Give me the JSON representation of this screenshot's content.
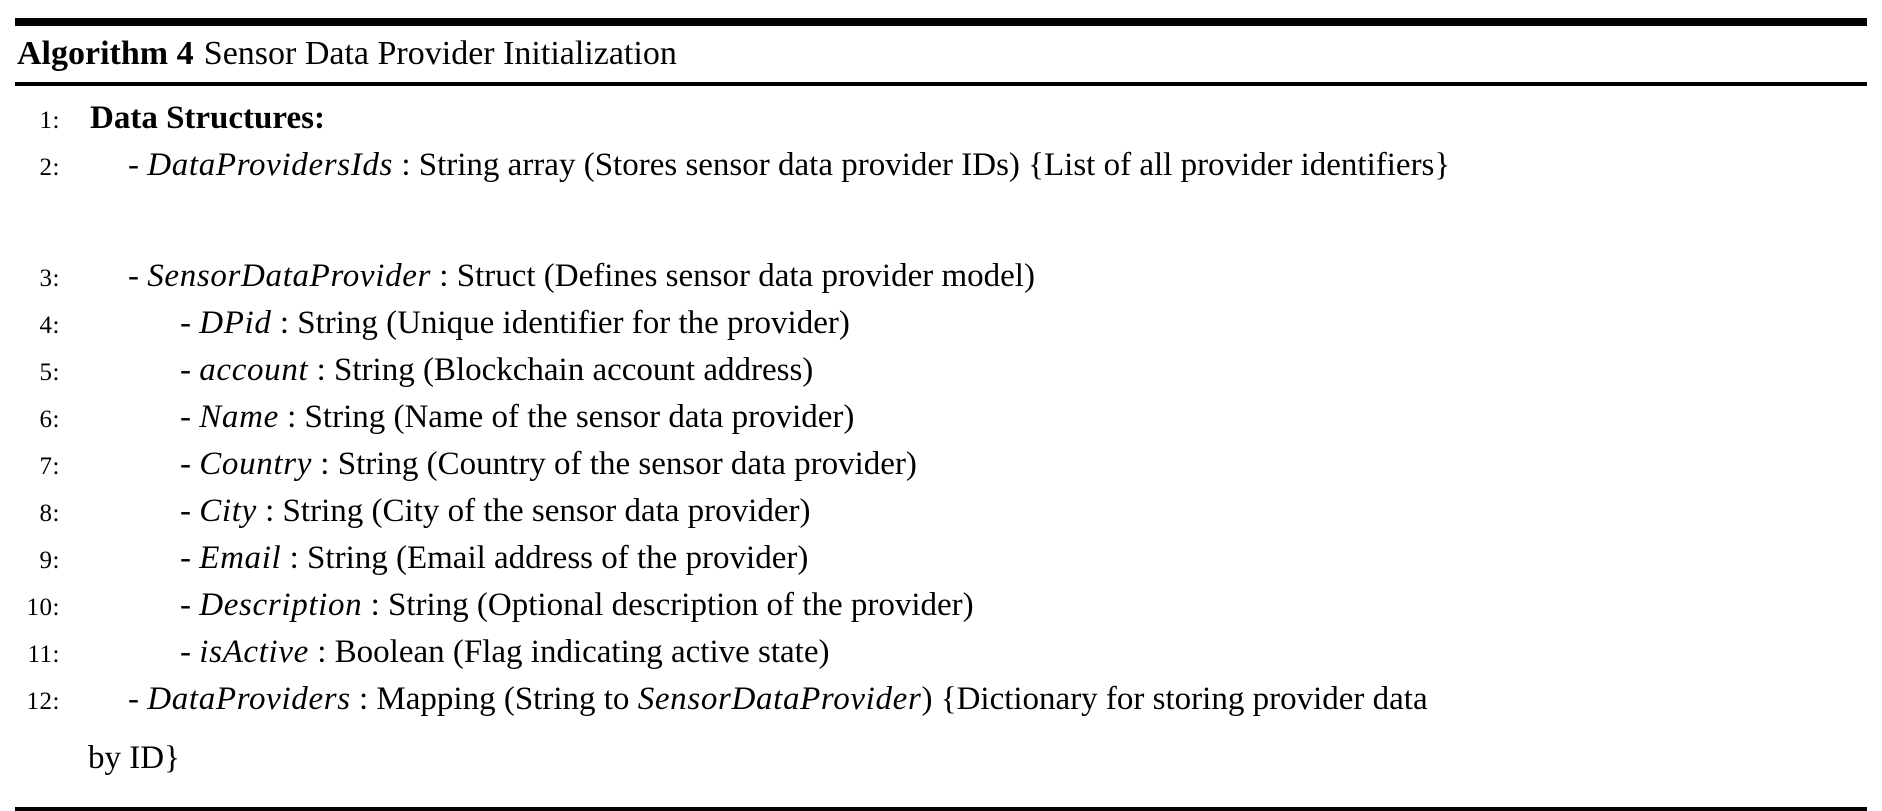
{
  "title": {
    "label": "Algorithm 4",
    "name": "Sensor Data Provider Initialization"
  },
  "colors": {
    "text": "#000000",
    "background": "#ffffff",
    "rule": "#000000"
  },
  "lines": [
    {
      "num": "1:",
      "indent": "0",
      "gap_after": false,
      "segments": [
        {
          "style": "bold",
          "text": "Data Structures:"
        }
      ]
    },
    {
      "num": "2:",
      "indent": "1",
      "gap_after": true,
      "segments": [
        {
          "style": "plain",
          "text": "- "
        },
        {
          "style": "var",
          "text": "DataProvidersIds"
        },
        {
          "style": "plain",
          "text": " : String array (Stores sensor data provider IDs) {List of all provider identifiers}"
        }
      ]
    },
    {
      "num": "3:",
      "indent": "1",
      "gap_after": false,
      "segments": [
        {
          "style": "plain",
          "text": "- "
        },
        {
          "style": "var",
          "text": "SensorDataProvider"
        },
        {
          "style": "plain",
          "text": " : Struct (Defines sensor data provider model)"
        }
      ]
    },
    {
      "num": "4:",
      "indent": "2",
      "gap_after": false,
      "segments": [
        {
          "style": "plain",
          "text": "- "
        },
        {
          "style": "var",
          "text": "DPid"
        },
        {
          "style": "plain",
          "text": " : String (Unique identifier for the provider)"
        }
      ]
    },
    {
      "num": "5:",
      "indent": "2",
      "gap_after": false,
      "segments": [
        {
          "style": "plain",
          "text": "- "
        },
        {
          "style": "var",
          "text": "account"
        },
        {
          "style": "plain",
          "text": " : String (Blockchain account address)"
        }
      ]
    },
    {
      "num": "6:",
      "indent": "2",
      "gap_after": false,
      "segments": [
        {
          "style": "plain",
          "text": "- "
        },
        {
          "style": "var",
          "text": "Name"
        },
        {
          "style": "plain",
          "text": " : String (Name of the sensor data provider)"
        }
      ]
    },
    {
      "num": "7:",
      "indent": "2",
      "gap_after": false,
      "segments": [
        {
          "style": "plain",
          "text": "- "
        },
        {
          "style": "var",
          "text": "Country"
        },
        {
          "style": "plain",
          "text": " : String (Country of the sensor data provider)"
        }
      ]
    },
    {
      "num": "8:",
      "indent": "2",
      "gap_after": false,
      "segments": [
        {
          "style": "plain",
          "text": "- "
        },
        {
          "style": "var",
          "text": "City"
        },
        {
          "style": "plain",
          "text": " : String (City of the sensor data provider)"
        }
      ]
    },
    {
      "num": "9:",
      "indent": "2",
      "gap_after": false,
      "segments": [
        {
          "style": "plain",
          "text": "- "
        },
        {
          "style": "var",
          "text": "Email"
        },
        {
          "style": "plain",
          "text": " : String (Email address of the provider)"
        }
      ]
    },
    {
      "num": "10:",
      "indent": "2",
      "gap_after": false,
      "segments": [
        {
          "style": "plain",
          "text": "- "
        },
        {
          "style": "var",
          "text": "Description"
        },
        {
          "style": "plain",
          "text": " : String (Optional description of the provider)"
        }
      ]
    },
    {
      "num": "11:",
      "indent": "2",
      "gap_after": false,
      "segments": [
        {
          "style": "plain",
          "text": "- "
        },
        {
          "style": "var",
          "text": "isActive"
        },
        {
          "style": "plain",
          "text": " : Boolean (Flag indicating active state)"
        }
      ]
    },
    {
      "num": "12:",
      "indent": "1",
      "gap_after": false,
      "segments": [
        {
          "style": "plain",
          "text": "- "
        },
        {
          "style": "var",
          "text": "DataProviders"
        },
        {
          "style": "plain",
          "text": " : Mapping (String to "
        },
        {
          "style": "var",
          "text": "SensorDataProvider"
        },
        {
          "style": "plain",
          "text": ") {Dictionary for storing provider data"
        }
      ]
    },
    {
      "num": "",
      "indent": "cont",
      "gap_after": false,
      "segments": [
        {
          "style": "plain",
          "text": "by ID}"
        }
      ]
    }
  ]
}
